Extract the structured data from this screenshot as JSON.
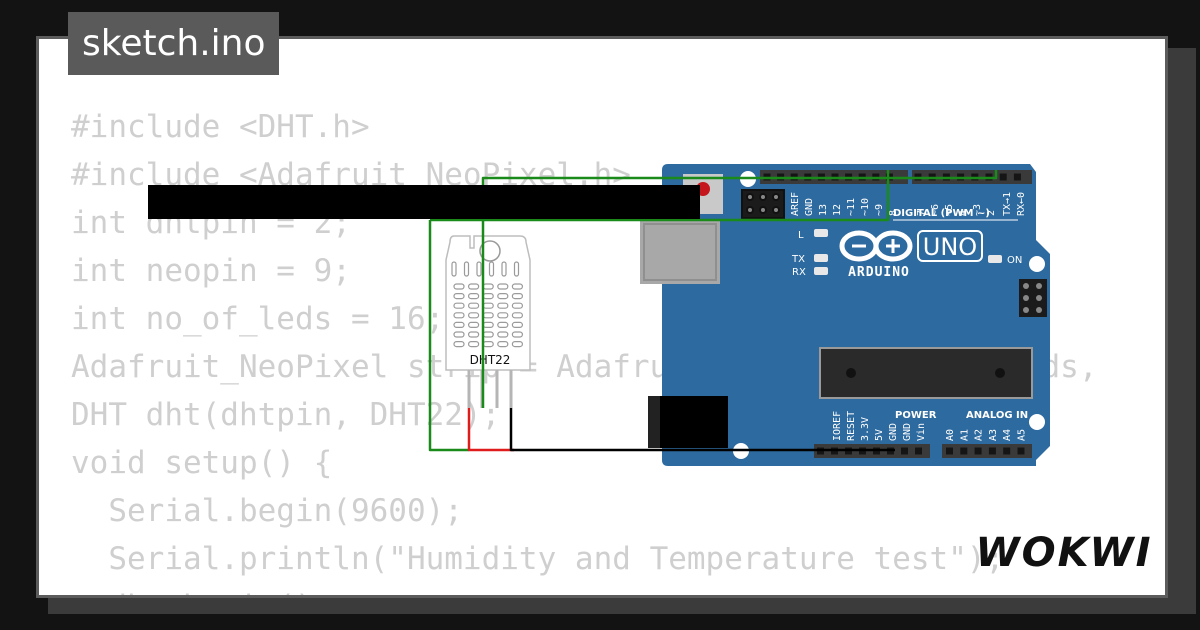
{
  "file_tab": {
    "name": "sketch.ino"
  },
  "code_lines": [
    "#include <DHT.h>",
    "#include <Adafruit_NeoPixel.h>",
    "int dhtpin = 2;",
    "int neopin = 9;",
    "int no_of_leds = 16;",
    "Adafruit_NeoPixel strip = Adafruit_NeoPixel(no_of_leds,",
    "DHT dht(dhtpin, DHT22);",
    "void setup() {",
    "  Serial.begin(9600);",
    "  Serial.println(\"Humidity and Temperature test\");",
    "  dht.begin();"
  ],
  "sensor": {
    "label": "DHT22"
  },
  "arduino": {
    "brand": "ARDUINO",
    "model": "UNO",
    "digital_label": "DIGITAL (PWM ~)",
    "digital_pins": [
      "AREF",
      "GND",
      "13",
      "12",
      "~11",
      "~10",
      "~9",
      "8",
      "7",
      "~6",
      "~5",
      "4",
      "~3",
      "2",
      "TX→1",
      "RX←0"
    ],
    "led_l": "L",
    "led_tx": "TX",
    "led_rx": "RX",
    "led_on": "ON",
    "power_label": "POWER",
    "power_pins": [
      "IOREF",
      "RESET",
      "3.3V",
      "5V",
      "GND",
      "GND",
      "Vin"
    ],
    "analog_label": "ANALOG IN",
    "analog_pins": [
      "A0",
      "A1",
      "A2",
      "A3",
      "A4",
      "A5"
    ]
  },
  "brand_logo": {
    "text": "WOKWI"
  },
  "colors": {
    "board_blue": "#2d6a9f",
    "wire_green": "#1a8a1a",
    "wire_red": "#e01b1b",
    "wire_black": "#000000",
    "code_text": "#cfcfcf",
    "tab_bg": "#5a5a5a"
  }
}
